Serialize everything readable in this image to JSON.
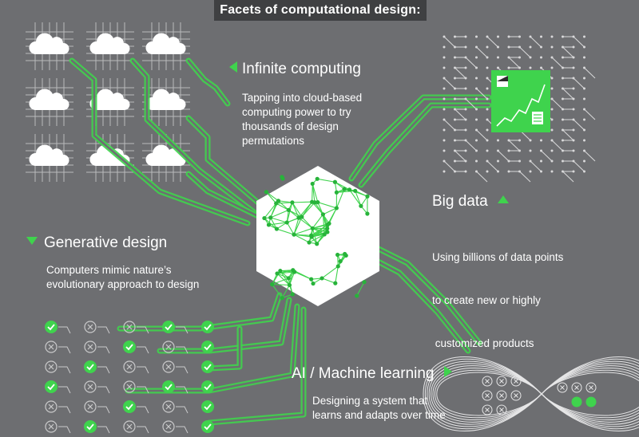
{
  "title": "Facets of computational design:",
  "accent_color": "#3fd34d",
  "background_color": "#6d6e71",
  "facets": {
    "infinite_computing": {
      "heading": "Infinite computing",
      "description_lines": [
        "Tapping into cloud-based",
        "computing power to try",
        "thousands of design",
        "permutations"
      ],
      "icon": "cloud-grid-icon"
    },
    "big_data": {
      "heading": "Big data",
      "description_lines": [
        "Using billions of data points",
        "to create new or highly",
        " customized products"
      ],
      "icon": "data-chart-icon"
    },
    "generative_design": {
      "heading": "Generative design",
      "description_lines": [
        "Computers mimic nature’s",
        "evolutionary approach to design"
      ],
      "icon": "check-circle-grid-icon"
    },
    "ai_machine_learning": {
      "heading": "AI / Machine learning",
      "description_lines": [
        "Designing a system that",
        "learns and adapts over time"
      ],
      "icon": "infinity-loop-icon"
    }
  },
  "center_icon": "neural-network-hexagon-icon"
}
